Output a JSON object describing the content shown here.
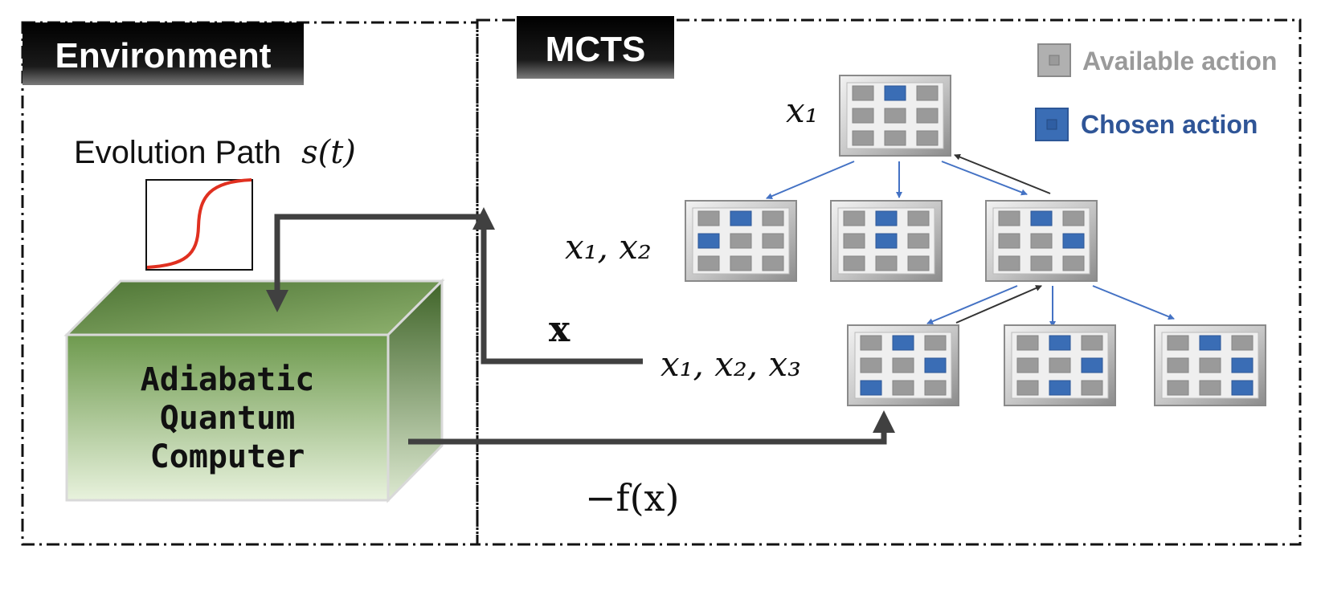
{
  "environment": {
    "title": "Environment",
    "evolution_label": "Evolution Path",
    "evolution_symbol": "s(t)",
    "box_lines": [
      "Adiabatic",
      "Quantum",
      "Computer"
    ],
    "box_color": "#6e9a4e"
  },
  "mcts": {
    "title": "MCTS",
    "legend": {
      "available": "Available action",
      "chosen": "Chosen action",
      "available_color": "#9a9a9a",
      "chosen_color": "#3a6db5"
    },
    "labels": {
      "level1": "x₁",
      "level2": "x₁, x₂",
      "level3": "x₁, x₂, x₃",
      "x_vector": "x",
      "reward": "−f(x)"
    },
    "nodes": [
      {
        "id": "n0",
        "chosen": [
          1
        ]
      },
      {
        "id": "n1",
        "chosen": [
          1,
          3
        ]
      },
      {
        "id": "n2",
        "chosen": [
          1,
          4
        ]
      },
      {
        "id": "n3",
        "chosen": [
          1,
          5
        ]
      },
      {
        "id": "n4",
        "chosen": [
          1,
          5,
          6
        ]
      },
      {
        "id": "n5",
        "chosen": [
          1,
          5,
          7
        ]
      },
      {
        "id": "n6",
        "chosen": [
          1,
          5,
          8
        ]
      }
    ]
  }
}
